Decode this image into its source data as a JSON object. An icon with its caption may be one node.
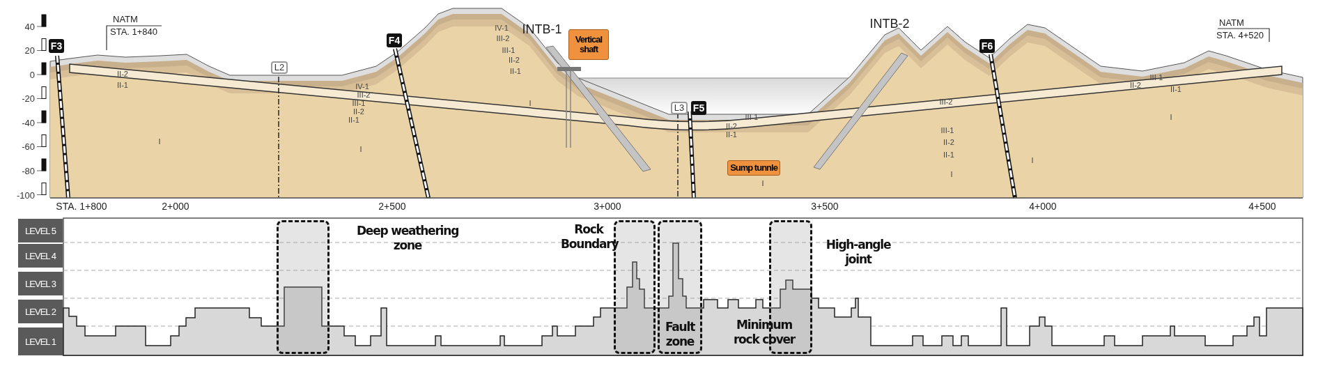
{
  "diagram": {
    "nodes": [
      {
        "text": [
          "F3"
        ]
      },
      {
        "text": [
          "L2"
        ]
      },
      {
        "text": [
          "F4"
        ]
      },
      {
        "text": [
          "Vertical shaft"
        ]
      },
      {
        "text": [
          "L3"
        ]
      },
      {
        "text": [
          "F5"
        ]
      },
      {
        "text": [
          "Sump tunnle"
        ]
      },
      {
        "text": [
          "F6"
        ]
      },
      {
        "text": [],
        "shape": "box",
        "beside": [
          "Deep weathering zone"
        ]
      },
      {
        "text": [],
        "shape": "box",
        "beside": [
          "Rock Boundary"
        ]
      },
      {
        "text": [
          "Fault zone"
        ]
      },
      {
        "text": [],
        "shape": "box",
        "beside": [
          "Minimum rock cover",
          "High-angle joint"
        ]
      }
    ],
    "labels": [
      "40",
      "20",
      "0",
      "-20",
      "-40",
      "-60",
      "-80",
      "-100",
      "NATM",
      "STA. 1+840",
      "INTB-1",
      "INTB-2",
      "NATM",
      "STA. 4+520",
      "II-2",
      "II-1",
      "I",
      "IV-1",
      "III-2",
      "III-1",
      "II-2",
      "II-1",
      "I",
      "IV-1",
      "III-2",
      "III-1",
      "II-2",
      "II-1",
      "I",
      "III-1",
      "II-2",
      "II-1",
      "I",
      "III-2",
      "III-1",
      "II-2",
      "II-1",
      "I",
      "I",
      "II-2",
      "III-1",
      "II-1",
      "I",
      "STA. 1+800",
      "2+000",
      "2+500",
      "3+000",
      "3+500",
      "4+000",
      "4+500",
      "LEVEL 5",
      "LEVEL 4",
      "LEVEL 3",
      "LEVEL 2",
      "LEVEL 1"
    ]
  }
}
